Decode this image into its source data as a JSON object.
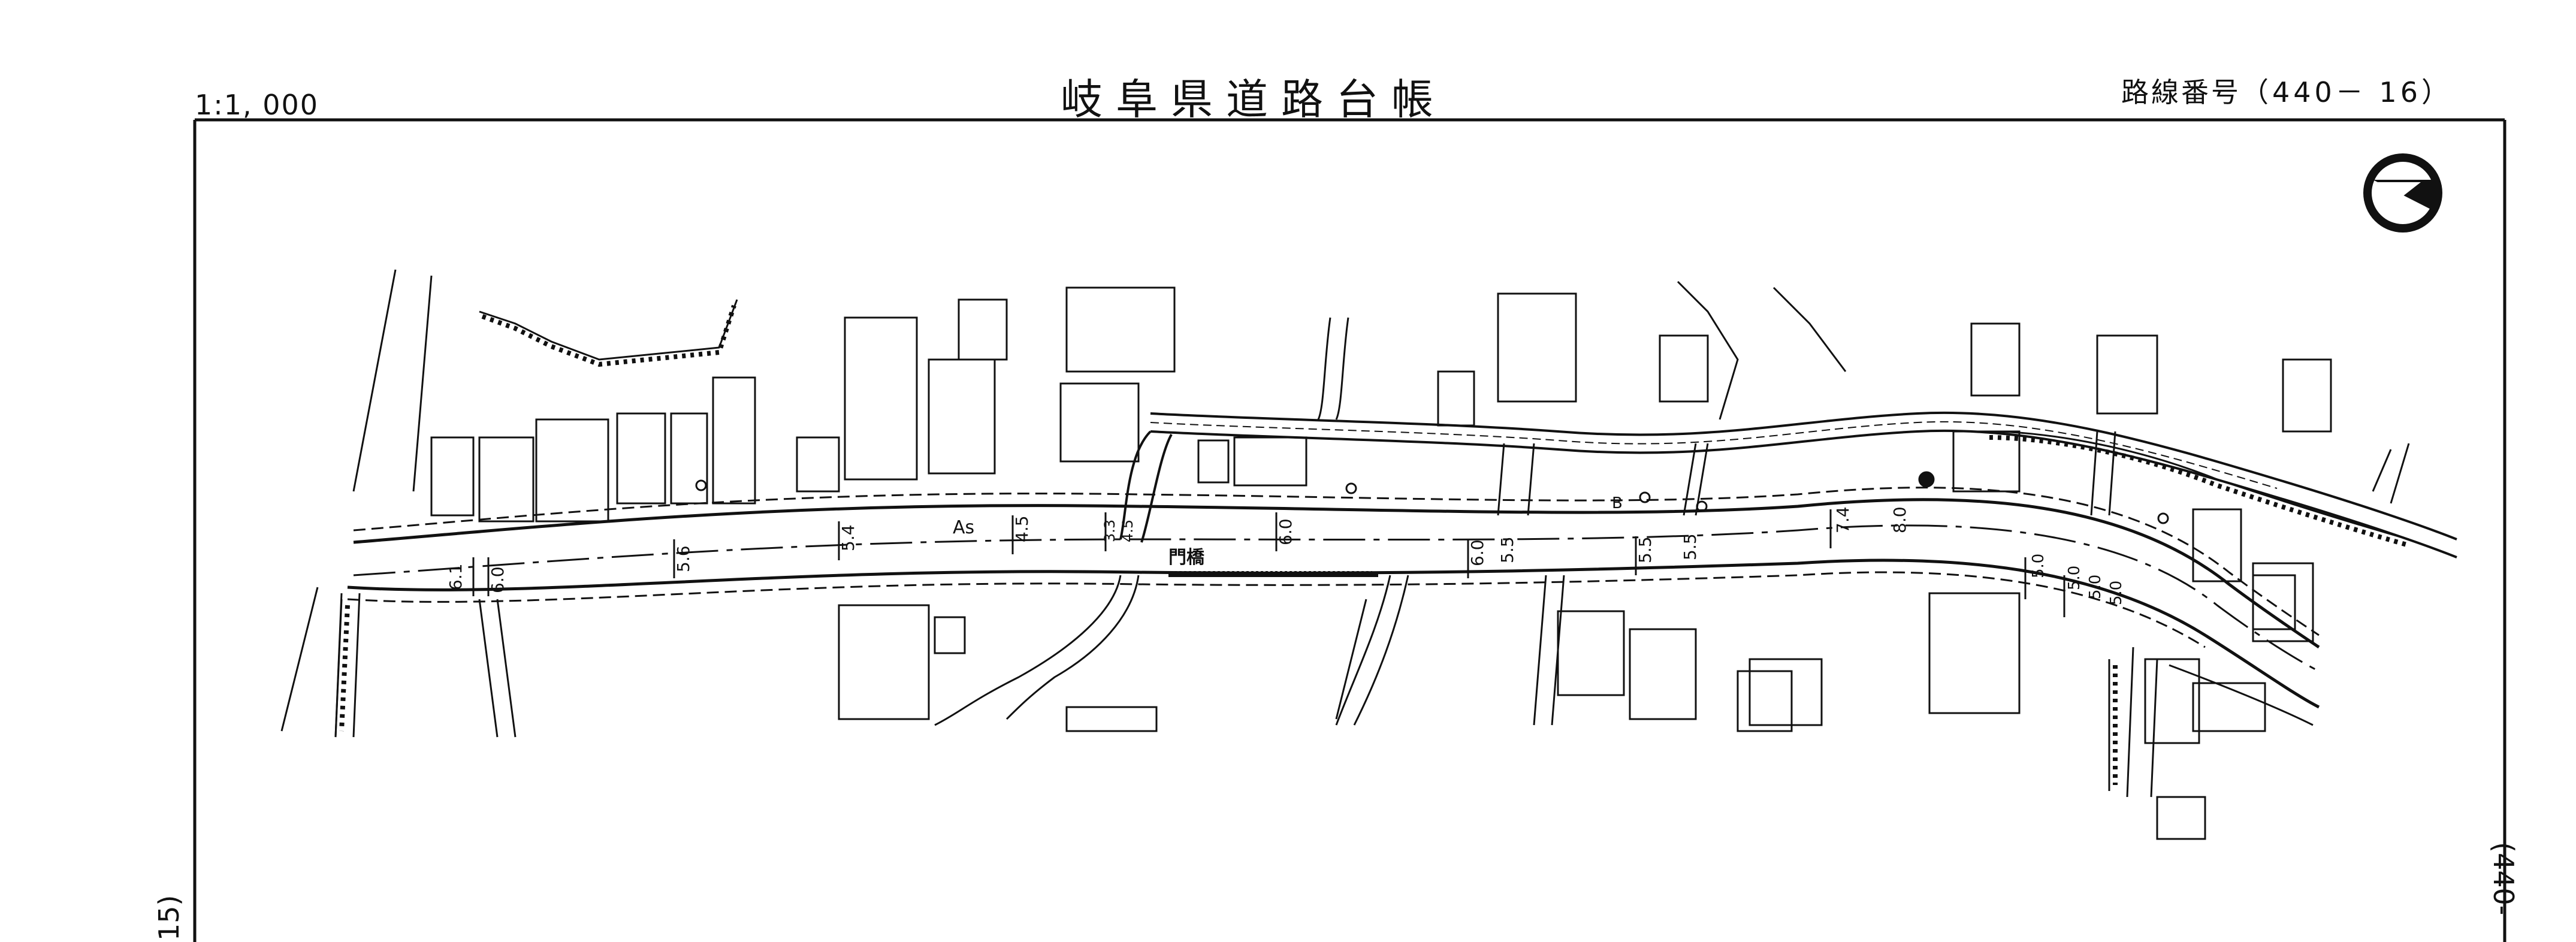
{
  "header": {
    "scale": "1:1, 000",
    "title": "岐阜県道路台帳",
    "route_prefix": "路線番号",
    "route_number": "（440－ 16）"
  },
  "side_labels": {
    "left": "15)",
    "right": "(440-"
  },
  "map": {
    "surface_label": "As",
    "bridge_label": "門橋",
    "ab_label": "B",
    "width_labels": [
      "6.1",
      "6.0",
      "5.6",
      "5.4",
      "4.5",
      "3.3",
      "4.5",
      "6.0",
      "6.0",
      "5.5",
      "5.5",
      "5.5",
      "7.4",
      "8.0",
      "5.0",
      "5.0",
      "5.0",
      "5.0"
    ],
    "north_arrow": "north-arrow-icon"
  }
}
